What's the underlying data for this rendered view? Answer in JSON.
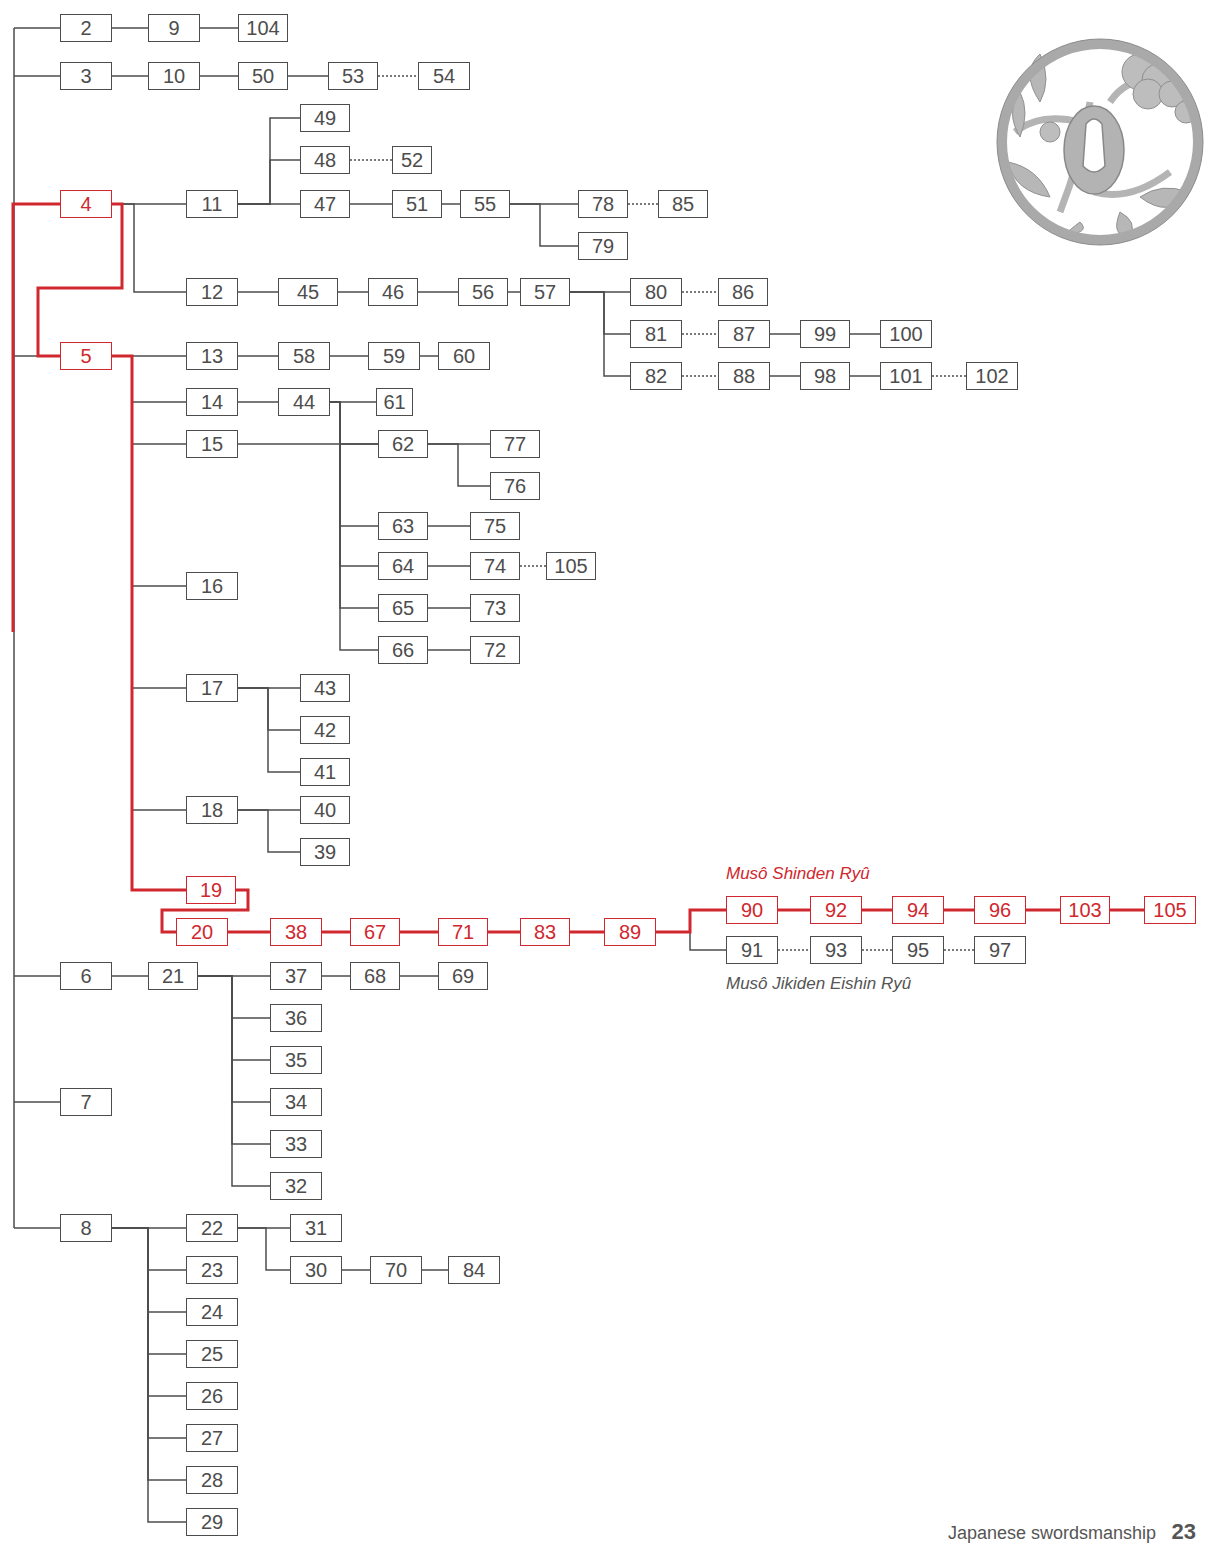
{
  "diagram": {
    "nodes": [
      {
        "text": [
          "2"
        ]
      },
      {
        "text": [
          "9"
        ]
      },
      {
        "text": [
          "104"
        ]
      },
      {
        "text": [
          "3"
        ]
      },
      {
        "text": [
          "10"
        ]
      },
      {
        "text": [
          "50"
        ]
      },
      {
        "text": [
          "53"
        ]
      },
      {
        "text": [
          "54"
        ]
      },
      {
        "text": [
          "49"
        ]
      },
      {
        "text": [
          "48"
        ]
      },
      {
        "text": [
          "52"
        ]
      },
      {
        "text": [
          "4"
        ]
      },
      {
        "text": [
          "11"
        ]
      },
      {
        "text": [
          "47"
        ]
      },
      {
        "text": [
          "51"
        ]
      },
      {
        "text": [
          "55"
        ]
      },
      {
        "text": [
          "78"
        ]
      },
      {
        "text": [
          "85"
        ]
      },
      {
        "text": [
          "79"
        ]
      },
      {
        "text": [
          "12"
        ]
      },
      {
        "text": [
          "45"
        ]
      },
      {
        "text": [
          "46"
        ]
      },
      {
        "text": [
          "56"
        ]
      },
      {
        "text": [
          "57"
        ]
      },
      {
        "text": [
          "80"
        ]
      },
      {
        "text": [
          "86"
        ]
      },
      {
        "text": [
          "81"
        ]
      },
      {
        "text": [
          "87"
        ]
      },
      {
        "text": [
          "99"
        ]
      },
      {
        "text": [
          "100"
        ]
      },
      {
        "text": [
          "5"
        ]
      },
      {
        "text": [
          "13"
        ]
      },
      {
        "text": [
          "58"
        ]
      },
      {
        "text": [
          "59"
        ]
      },
      {
        "text": [
          "60"
        ]
      },
      {
        "text": [
          "82"
        ]
      },
      {
        "text": [
          "88"
        ]
      },
      {
        "text": [
          "98"
        ]
      },
      {
        "text": [
          "101"
        ]
      },
      {
        "text": [
          "102"
        ]
      },
      {
        "text": [
          "14"
        ]
      },
      {
        "text": [
          "44"
        ]
      },
      {
        "text": [
          "61"
        ]
      },
      {
        "text": [
          "15"
        ]
      },
      {
        "text": [
          "62"
        ]
      },
      {
        "text": [
          "77"
        ]
      },
      {
        "text": [
          "76"
        ]
      },
      {
        "text": [
          "63"
        ]
      },
      {
        "text": [
          "75"
        ]
      },
      {
        "text": [
          "16"
        ]
      },
      {
        "text": [
          "64"
        ]
      },
      {
        "text": [
          "74"
        ]
      },
      {
        "text": [
          "105"
        ]
      },
      {
        "text": [
          "65"
        ]
      },
      {
        "text": [
          "73"
        ]
      },
      {
        "text": [
          "66"
        ]
      },
      {
        "text": [
          "72"
        ]
      },
      {
        "text": [
          "17"
        ]
      },
      {
        "text": [
          "43"
        ]
      },
      {
        "text": [
          "42"
        ]
      },
      {
        "text": [
          "41"
        ]
      },
      {
        "text": [
          "18"
        ]
      },
      {
        "text": [
          "40"
        ]
      },
      {
        "text": [
          "39"
        ]
      },
      {
        "text": [
          "19"
        ]
      },
      {
        "text": [
          "90"
        ]
      },
      {
        "text": [
          "92"
        ]
      },
      {
        "text": [
          "94"
        ]
      },
      {
        "text": [
          "96"
        ]
      },
      {
        "text": [
          "103"
        ]
      },
      {
        "text": [
          "105"
        ]
      },
      {
        "text": [
          "20"
        ]
      },
      {
        "text": [
          "38"
        ]
      },
      {
        "text": [
          "67"
        ]
      },
      {
        "text": [
          "71"
        ]
      },
      {
        "text": [
          "83"
        ]
      },
      {
        "text": [
          "89"
        ]
      },
      {
        "text": [
          "91"
        ]
      },
      {
        "text": [
          "93"
        ]
      },
      {
        "text": [
          "95"
        ]
      },
      {
        "text": [
          "97"
        ]
      },
      {
        "text": [
          "6"
        ]
      },
      {
        "text": [
          "21"
        ]
      },
      {
        "text": [
          "37"
        ]
      },
      {
        "text": [
          "68"
        ]
      },
      {
        "text": [
          "69"
        ]
      },
      {
        "text": [
          "36"
        ]
      },
      {
        "text": [
          "35"
        ]
      },
      {
        "text": [
          "34"
        ]
      },
      {
        "text": [
          "33"
        ]
      },
      {
        "text": [
          "7"
        ]
      },
      {
        "text": [
          "32"
        ]
      },
      {
        "text": [
          "8"
        ]
      },
      {
        "text": [
          "22"
        ]
      },
      {
        "text": [
          "31"
        ]
      },
      {
        "text": [
          "30"
        ]
      },
      {
        "text": [
          "70"
        ]
      },
      {
        "text": [
          "84"
        ]
      },
      {
        "text": [
          "23"
        ]
      },
      {
        "text": [
          "24"
        ]
      },
      {
        "text": [
          "25"
        ]
      },
      {
        "text": [
          "26"
        ]
      },
      {
        "text": [
          "27"
        ]
      },
      {
        "text": [
          "28"
        ]
      },
      {
        "text": [
          "29"
        ]
      }
    ],
    "edges": [
      {
        "from": 0,
        "to": 1,
        "arrow": "none"
      },
      {
        "from": 1,
        "to": 2,
        "arrow": "none"
      },
      {
        "from": 3,
        "to": 4,
        "arrow": "none"
      },
      {
        "from": 4,
        "to": 5,
        "arrow": "none"
      },
      {
        "from": 5,
        "to": 6,
        "arrow": "none"
      },
      {
        "from": 6,
        "to": 7,
        "arrow": "none"
      },
      {
        "from": 11,
        "to": 12,
        "arrow": "none"
      },
      {
        "from": 12,
        "to": 8,
        "arrow": "none"
      },
      {
        "from": 12,
        "to": 9,
        "arrow": "none"
      },
      {
        "from": 12,
        "to": 13,
        "arrow": "none"
      },
      {
        "from": 9,
        "to": 10,
        "arrow": "none"
      },
      {
        "from": 13,
        "to": 14,
        "arrow": "none"
      },
      {
        "from": 14,
        "to": 15,
        "arrow": "none"
      },
      {
        "from": 15,
        "to": 16,
        "arrow": "none"
      },
      {
        "from": 15,
        "to": 18,
        "arrow": "none"
      },
      {
        "from": 16,
        "to": 17,
        "arrow": "none"
      },
      {
        "from": 11,
        "to": 19,
        "arrow": "none"
      },
      {
        "from": 19,
        "to": 20,
        "arrow": "none"
      },
      {
        "from": 20,
        "to": 21,
        "arrow": "none"
      },
      {
        "from": 21,
        "to": 22,
        "arrow": "none"
      },
      {
        "from": 22,
        "to": 23,
        "arrow": "none"
      },
      {
        "from": 23,
        "to": 24,
        "arrow": "none"
      },
      {
        "from": 23,
        "to": 26,
        "arrow": "none"
      },
      {
        "from": 23,
        "to": 35,
        "arrow": "none"
      },
      {
        "from": 24,
        "to": 25,
        "arrow": "none"
      },
      {
        "from": 26,
        "to": 27,
        "arrow": "none"
      },
      {
        "from": 27,
        "to": 28,
        "arrow": "none"
      },
      {
        "from": 28,
        "to": 29,
        "arrow": "none"
      },
      {
        "from": 35,
        "to": 36,
        "arrow": "none"
      },
      {
        "from": 36,
        "to": 37,
        "arrow": "none"
      },
      {
        "from": 37,
        "to": 38,
        "arrow": "none"
      },
      {
        "from": 38,
        "to": 39,
        "arrow": "none"
      },
      {
        "from": 11,
        "to": 30,
        "arrow": "none"
      },
      {
        "from": 30,
        "to": 31,
        "arrow": "none"
      },
      {
        "from": 31,
        "to": 32,
        "arrow": "none"
      },
      {
        "from": 32,
        "to": 33,
        "arrow": "none"
      },
      {
        "from": 33,
        "to": 34,
        "arrow": "none"
      },
      {
        "from": 30,
        "to": 40,
        "arrow": "none"
      },
      {
        "from": 40,
        "to": 41,
        "arrow": "none"
      },
      {
        "from": 41,
        "to": 42,
        "arrow": "none"
      },
      {
        "from": 41,
        "to": 44,
        "arrow": "none"
      },
      {
        "from": 41,
        "to": 47,
        "arrow": "none"
      },
      {
        "from": 41,
        "to": 50,
        "arrow": "none"
      },
      {
        "from": 41,
        "to": 53,
        "arrow": "none"
      },
      {
        "from": 41,
        "to": 55,
        "arrow": "none"
      },
      {
        "from": 30,
        "to": 43,
        "arrow": "none"
      },
      {
        "from": 43,
        "to": 44,
        "arrow": "none"
      },
      {
        "from": 44,
        "to": 45,
        "arrow": "none"
      },
      {
        "from": 44,
        "to": 46,
        "arrow": "none"
      },
      {
        "from": 47,
        "to": 48,
        "arrow": "none"
      },
      {
        "from": 50,
        "to": 51,
        "arrow": "none"
      },
      {
        "from": 51,
        "to": 52,
        "arrow": "none"
      },
      {
        "from": 53,
        "to": 54,
        "arrow": "none"
      },
      {
        "from": 55,
        "to": 56,
        "arrow": "none"
      },
      {
        "from": 30,
        "to": 49,
        "arrow": "none"
      },
      {
        "from": 30,
        "to": 57,
        "arrow": "none"
      },
      {
        "from": 57,
        "to": 58,
        "arrow": "none"
      },
      {
        "from": 57,
        "to": 59,
        "arrow": "none"
      },
      {
        "from": 57,
        "to": 60,
        "arrow": "none"
      },
      {
        "from": 30,
        "to": 61,
        "arrow": "none"
      },
      {
        "from": 61,
        "to": 62,
        "arrow": "none"
      },
      {
        "from": 61,
        "to": 63,
        "arrow": "none"
      },
      {
        "from": 30,
        "to": 64,
        "arrow": "none"
      },
      {
        "from": 64,
        "to": 71,
        "arrow": "none"
      },
      {
        "from": 71,
        "to": 72,
        "arrow": "none"
      },
      {
        "from": 72,
        "to": 73,
        "arrow": "none"
      },
      {
        "from": 73,
        "to": 74,
        "arrow": "none"
      },
      {
        "from": 74,
        "to": 75,
        "arrow": "none"
      },
      {
        "from": 75,
        "to": 76,
        "arrow": "none"
      },
      {
        "from": 76,
        "to": 65,
        "arrow": "none"
      },
      {
        "from": 76,
        "to": 77,
        "arrow": "none"
      },
      {
        "from": 65,
        "to": 66,
        "arrow": "none"
      },
      {
        "from": 66,
        "to": 67,
        "arrow": "none"
      },
      {
        "from": 67,
        "to": 68,
        "arrow": "none"
      },
      {
        "from": 68,
        "to": 69,
        "arrow": "none"
      },
      {
        "from": 69,
        "to": 70,
        "arrow": "none"
      },
      {
        "from": 77,
        "to": 78,
        "arrow": "none"
      },
      {
        "from": 78,
        "to": 79,
        "arrow": "none"
      },
      {
        "from": 79,
        "to": 80,
        "arrow": "none"
      },
      {
        "from": 81,
        "to": 82,
        "arrow": "none"
      },
      {
        "from": 82,
        "to": 83,
        "arrow": "none"
      },
      {
        "from": 83,
        "to": 84,
        "arrow": "none"
      },
      {
        "from": 84,
        "to": 85,
        "arrow": "none"
      },
      {
        "from": 82,
        "to": 86,
        "arrow": "none"
      },
      {
        "from": 82,
        "to": 87,
        "arrow": "none"
      },
      {
        "from": 82,
        "to": 88,
        "arrow": "none"
      },
      {
        "from": 82,
        "to": 89,
        "arrow": "none"
      },
      {
        "from": 82,
        "to": 91,
        "arrow": "none"
      },
      {
        "from": 92,
        "to": 93,
        "arrow": "none"
      },
      {
        "from": 92,
        "to": 98,
        "arrow": "none"
      },
      {
        "from": 92,
        "to": 99,
        "arrow": "none"
      },
      {
        "from": 92,
        "to": 100,
        "arrow": "none"
      },
      {
        "from": 92,
        "to": 101,
        "arrow": "none"
      },
      {
        "from": 92,
        "to": 102,
        "arrow": "none"
      },
      {
        "from": 92,
        "to": 103,
        "arrow": "none"
      },
      {
        "from": 92,
        "to": 104,
        "arrow": "none"
      },
      {
        "from": 93,
        "to": 94,
        "arrow": "none"
      },
      {
        "from": 93,
        "to": 95,
        "arrow": "none"
      },
      {
        "from": 95,
        "to": 96,
        "arrow": "none"
      },
      {
        "from": 96,
        "to": 97,
        "arrow": "none"
      }
    ],
    "labels": [
      "Musô Shinden Ryû",
      "Musô Jikiden Eishin Ryû",
      "Japanese swordsmanship",
      "23"
    ]
  }
}
